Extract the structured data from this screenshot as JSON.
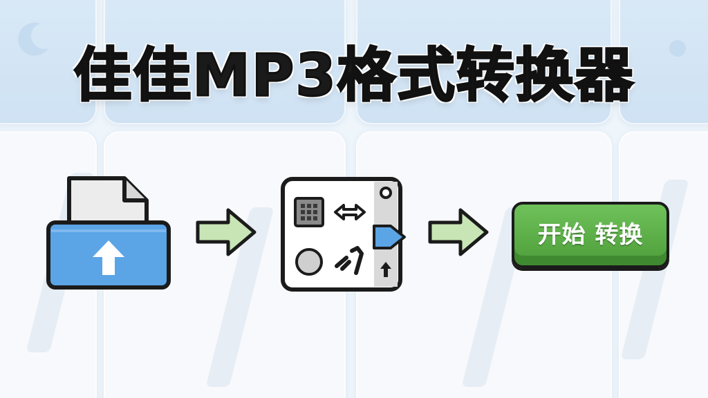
{
  "title": "佳佳MP3格式转换器",
  "steps": [
    {
      "name": "upload-file",
      "icon": "upload-file-icon"
    },
    {
      "name": "convert-format",
      "icon": "convert-settings-icon"
    },
    {
      "name": "start-convert",
      "icon": "start-button"
    }
  ],
  "cta": {
    "label": "开始 转换"
  },
  "colors": {
    "accent_blue": "#5ba4e6",
    "arrow_green": "#c8e5b6",
    "button_green": "#5bb248",
    "outline": "#1b1b1b"
  }
}
